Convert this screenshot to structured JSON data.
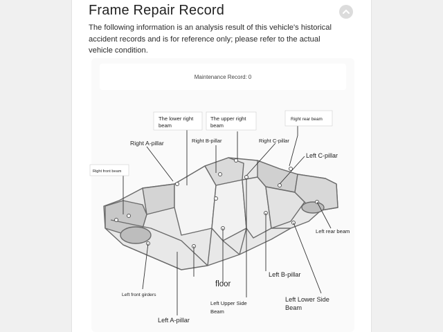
{
  "header": {
    "title": "Frame Repair Record",
    "description": "The following information is an analysis result of this vehicle's historical accident records and is for reference only; please refer to the actual vehicle condition."
  },
  "record": {
    "label": "Maintenance Record:",
    "count": "0"
  },
  "diagram": {
    "labels": {
      "lower_right_beam_1": "The lower right",
      "lower_right_beam_2": "beam",
      "upper_right_beam_1": "The upper right",
      "upper_right_beam_2": "beam",
      "right_rear_beam": "Right rear beam",
      "right_a_pillar": "Right A-pillar",
      "right_b_pillar": "Right B-pillar",
      "right_c_pillar": "Right C-pillar",
      "left_c_pillar": "Left C-pillar",
      "right_front_beam": "Right front beam",
      "left_rear_beam": "Left rear beam",
      "left_front_girders": "Left front girders",
      "floor": "floor",
      "left_b_pillar": "Left B-pillar",
      "left_upper_side_beam_1": "Left Upper Side",
      "left_upper_side_beam_2": "Beam",
      "left_lower_side_beam_1": "Left Lower Side",
      "left_lower_side_beam_2": "Beam",
      "left_a_pillar": "Left A-pillar"
    }
  }
}
